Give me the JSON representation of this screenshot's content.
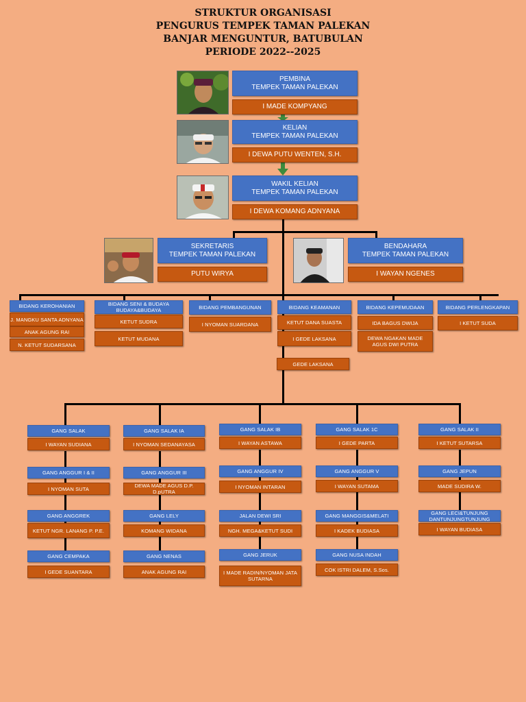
{
  "title_lines": [
    "STRUKTUR ORGANISASI",
    "PENGURUS TEMPEK TAMAN PALEKAN",
    "BANJAR MENGUNTUR, BATUBULAN",
    "PERIODE 2022--2025"
  ],
  "pembina": {
    "role_line1": "PEMBINA",
    "role_line2": "TEMPEK TAMAN PALEKAN",
    "name": "I MADE KOMPYANG"
  },
  "kelian": {
    "role_line1": "KELIAN",
    "role_line2": "TEMPEK TAMAN PALEKAN",
    "name": "I DEWA PUTU WENTEN, S.H."
  },
  "wakil": {
    "role_line1": "WAKIL KELIAN",
    "role_line2": "TEMPEK TAMAN PALEKAN",
    "name": "I DEWA KOMANG ADNYANA"
  },
  "sekretaris": {
    "role_line1": "SEKRETARIS",
    "role_line2": "TEMPEK TAMAN PALEKAN",
    "name": "PUTU WIRYA"
  },
  "bendahara": {
    "role_line1": "BENDAHARA",
    "role_line2": "TEMPEK TAMAN PALEKAN",
    "name": "I WAYAN NGENES"
  },
  "bidang": {
    "kerohanian": {
      "title": "BIDANG KEROHANIAN",
      "m1": "J. MANGKU SANTA ADNYANA",
      "m2": "ANAK AGUNG RAI",
      "m3": "N. KETUT SUDARSANA"
    },
    "seni": {
      "title": "BIDANG SENI & BUDAYA BUDAYA&BUDAYA",
      "m1": "KETUT SUDRA",
      "m2": "KETUT MUDANA"
    },
    "pembangunan": {
      "title": "BIDANG PEMBANGUNAN",
      "m1": "I NYOMAN SUARDANA"
    },
    "keamanan": {
      "title": "BIDANG KEAMANAN",
      "m1": "KETUT DANA SUASTA",
      "m2": "I GEDE LAKSANA",
      "m3": "GEDE LAKSANA"
    },
    "kepemudaan": {
      "title": "BIDANG KEPEMUDAAN",
      "m1": "IDA BAGUS DWIJA",
      "m2": "DEWA NGAKAN MADE AGUS DWI PUTRA"
    },
    "perlengkapan": {
      "title": "BIDANG PERLENGKAPAN",
      "m1": "I KETUT SUDA"
    }
  },
  "gang_columns": [
    [
      {
        "gang": "GANG SALAK",
        "name": "I WAYAN SUDIANA"
      },
      {
        "gang": "GANG ANGGUR I & II",
        "name": "I NYOMAN SUTA"
      },
      {
        "gang": "GANG ANGGREK",
        "name": "KETUT NGR. LANANG P. P.E."
      },
      {
        "gang": "GANG CEMPAKA",
        "name": "I GEDE SUANTARA"
      }
    ],
    [
      {
        "gang": "GANG SALAK IA",
        "name": "I NYOMAN SEDANAYASA"
      },
      {
        "gang": "GANG ANGGUR III",
        "name": "DEWA MADE AGUS D.P. D.pUTRA"
      },
      {
        "gang": "GANG LELY",
        "name": "KOMANG WIDANA"
      },
      {
        "gang": "GANG NENAS",
        "name": "ANAK AGUNG RAI"
      }
    ],
    [
      {
        "gang": "GANG SALAK IB",
        "name": "I WAYAN ASTAWA"
      },
      {
        "gang": "GANG ANGGUR IV",
        "name": "I NYOMAN INTARAN"
      },
      {
        "gang": "JALAN DEWI SRI",
        "name": "NGH. MEGA&KETUT SUDI"
      },
      {
        "gang": "GANG JERUK",
        "name": "I MADE RADIN/NYOMAN JATA SUTARNA"
      }
    ],
    [
      {
        "gang": "GANG SALAK 1C",
        "name": "I GEDE PARTA"
      },
      {
        "gang": "GANG ANGGUR V",
        "name": "I WAYAN SUTAMA"
      },
      {
        "gang": "GANG MANGGIS&MELATI",
        "name": "I KADEK BUDIASA"
      },
      {
        "gang": "GANG  NUSA INDAH",
        "name": "COK ISTRI DALEM, S.Sos."
      }
    ],
    [
      {
        "gang": "GANG SALAK II",
        "name": "I KETUT SUTARSA"
      },
      {
        "gang": "GANG JEPUN",
        "name": "MADE SUDIRA W."
      },
      {
        "gang": "GANG LECI&TUNJUNG DANTUNJUNGTUNJUNG",
        "name": "I WAYAN BUDIASA"
      }
    ]
  ]
}
